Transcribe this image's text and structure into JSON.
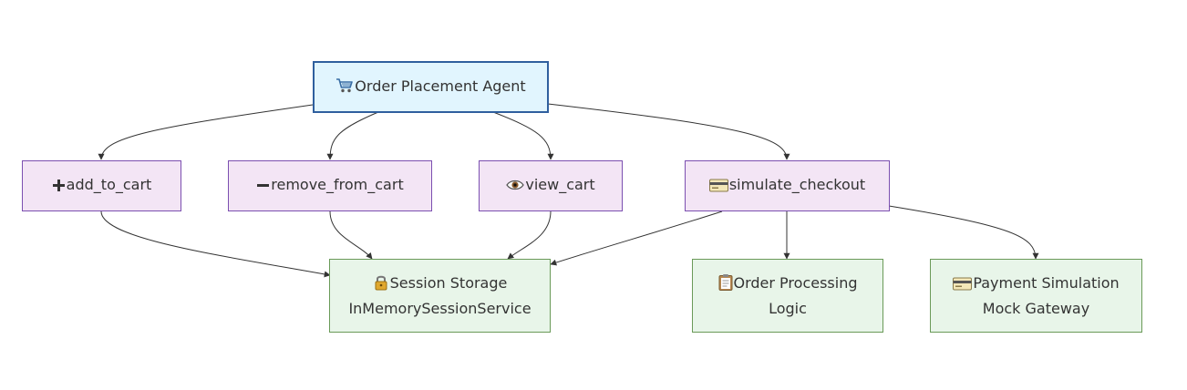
{
  "diagram": {
    "nodes": {
      "agent": {
        "icon": "shopping-cart-icon",
        "label": "Order Placement Agent"
      },
      "add_to_cart": {
        "icon": "plus-icon",
        "label": "add_to_cart"
      },
      "remove_from_cart": {
        "icon": "minus-icon",
        "label": "remove_from_cart"
      },
      "view_cart": {
        "icon": "eye-icon",
        "label": "view_cart"
      },
      "simulate_checkout": {
        "icon": "credit-card-icon",
        "label": "simulate_checkout"
      },
      "session_storage": {
        "icon": "lock-icon",
        "line1": "Session Storage",
        "line2": "InMemorySessionService"
      },
      "order_processing": {
        "icon": "clipboard-icon",
        "line1": "Order Processing",
        "line2": "Logic"
      },
      "payment_simulation": {
        "icon": "credit-card-icon",
        "line1": "Payment Simulation",
        "line2": "Mock Gateway"
      }
    },
    "colors": {
      "agent_fill": "#e1f5fe",
      "agent_border": "#2f5f9e",
      "tool_fill": "#f3e5f5",
      "tool_border": "#7b4fb0",
      "store_fill": "#e8f5e9",
      "store_border": "#6a9a58",
      "edge": "#333333"
    }
  }
}
